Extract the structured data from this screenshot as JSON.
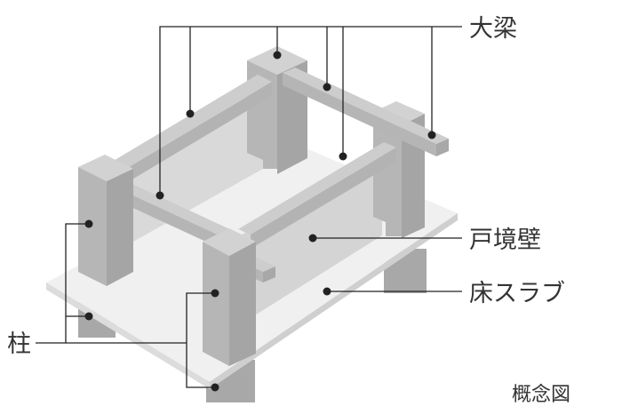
{
  "labels": {
    "beam": "大梁",
    "wall": "戸境壁",
    "slab": "床スラブ",
    "column": "柱",
    "caption": "概念図"
  },
  "colors": {
    "slab_top": "#f0f0f0",
    "slab_edge": "#d8d8d8",
    "wall": "#d6d6d6",
    "column_front": "#b4b4b4",
    "column_side": "#a3a3a3",
    "column_top": "#d2d2d2",
    "beam_top": "#cfcfcf",
    "beam_side": "#b1b1b1",
    "leader": "#222222",
    "text": "#333333"
  }
}
